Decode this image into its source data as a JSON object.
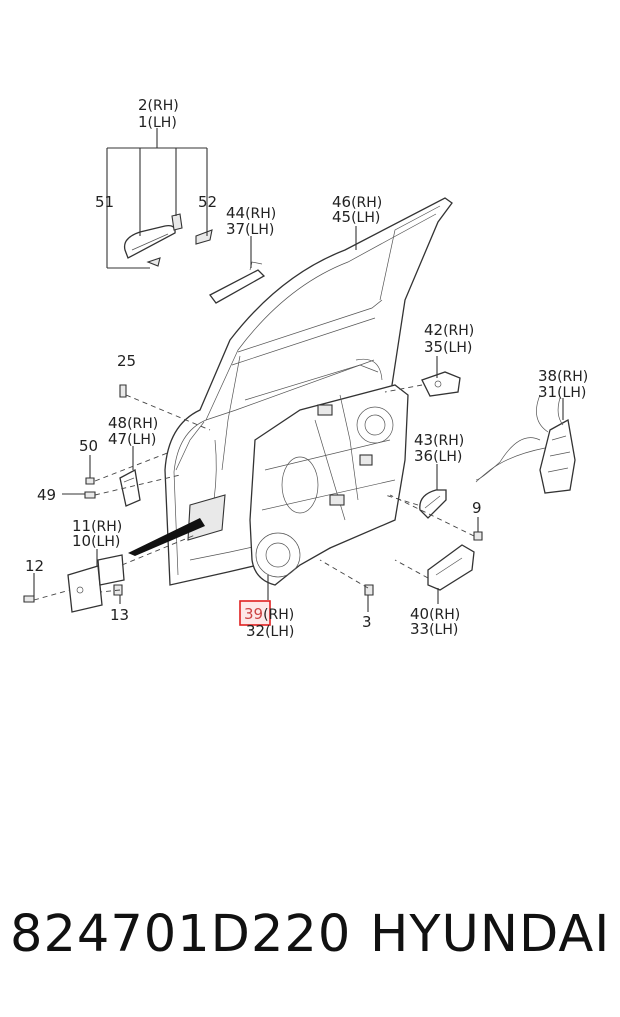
{
  "callouts": {
    "c2": "2",
    "c2s": "(RH)",
    "c1": "1",
    "c1s": "(LH)",
    "c51": "51",
    "c52": "52",
    "c44": "44",
    "c44s": "(RH)",
    "c37": "37",
    "c37s": "(LH)",
    "c46": "46",
    "c46s": "(RH)",
    "c45": "45",
    "c45s": "(LH)",
    "c42": "42",
    "c42s": "(RH)",
    "c35": "35",
    "c35s": "(LH)",
    "c25": "25",
    "c38": "38",
    "c38s": "(RH)",
    "c31": "31",
    "c31s": "(LH)",
    "c48": "48",
    "c48s": "(RH)",
    "c47": "47",
    "c47s": "(LH)",
    "c50": "50",
    "c49": "49",
    "c43": "43",
    "c43s": "(RH)",
    "c36": "36",
    "c36s": "(LH)",
    "c9": "9",
    "c11": "11",
    "c11s": "(RH)",
    "c10": "10",
    "c10s": "(LH)",
    "c12": "12",
    "c13": "13",
    "c39": "39",
    "c39s": "(RH)",
    "c32": "32",
    "c32s": "(LH)",
    "c3": "3",
    "c40": "40",
    "c40s": "(RH)",
    "c33": "33",
    "c33s": "(LH)"
  },
  "highlighted_callout": "39",
  "highlight_color": "#e02020",
  "footer": {
    "part_number": "824701D220",
    "brand": "HYUNDAI"
  }
}
